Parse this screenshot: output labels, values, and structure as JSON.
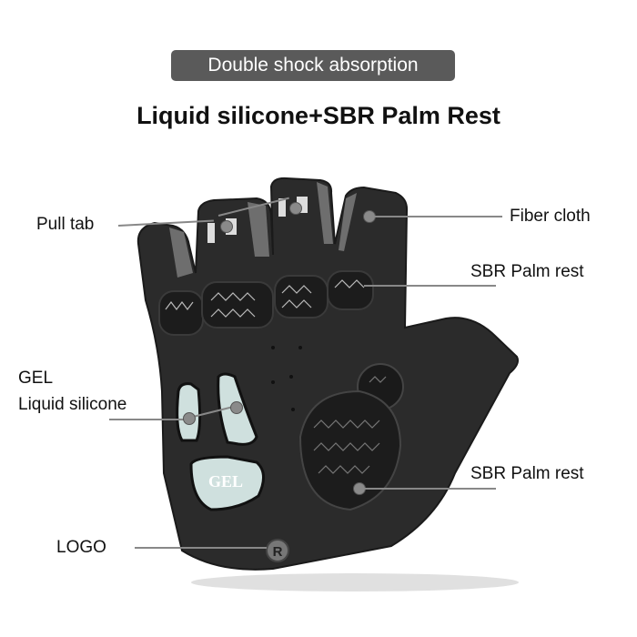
{
  "banner": {
    "text": "Double shock absorption",
    "bg_color": "#5a5a5a"
  },
  "title": "Liquid silicone+SBR Palm Rest",
  "callouts": [
    {
      "id": "pull-tab",
      "text": "Pull tab"
    },
    {
      "id": "fiber-cloth",
      "text": "Fiber cloth"
    },
    {
      "id": "sbr-palm-rest-upper",
      "text": "SBR Palm rest"
    },
    {
      "id": "gel-line1",
      "text": "GEL"
    },
    {
      "id": "gel-line2",
      "text": "Liquid silicone"
    },
    {
      "id": "sbr-palm-rest-lower",
      "text": "SBR Palm rest"
    },
    {
      "id": "logo",
      "text": "LOGO"
    }
  ],
  "product": {
    "gel_pad_text": "GEL",
    "logo_glyph": "R"
  }
}
